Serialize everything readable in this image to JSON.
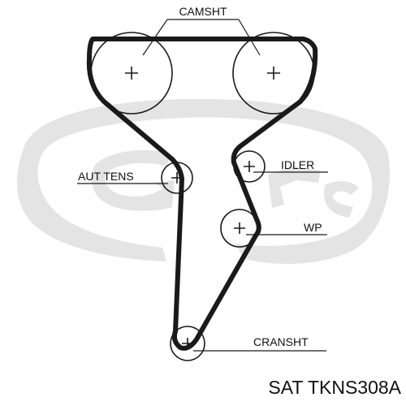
{
  "labels": {
    "camshaft": "CAMSHT",
    "tensioner": "AUT TENS",
    "idler": "IDLER",
    "water_pump": "WP",
    "crankshaft": "CRANSHT"
  },
  "part_number": "SAT TKNS308A",
  "colors": {
    "belt": "#1a1a1a",
    "watermark": "#e4e4e4",
    "text": "#111111"
  }
}
